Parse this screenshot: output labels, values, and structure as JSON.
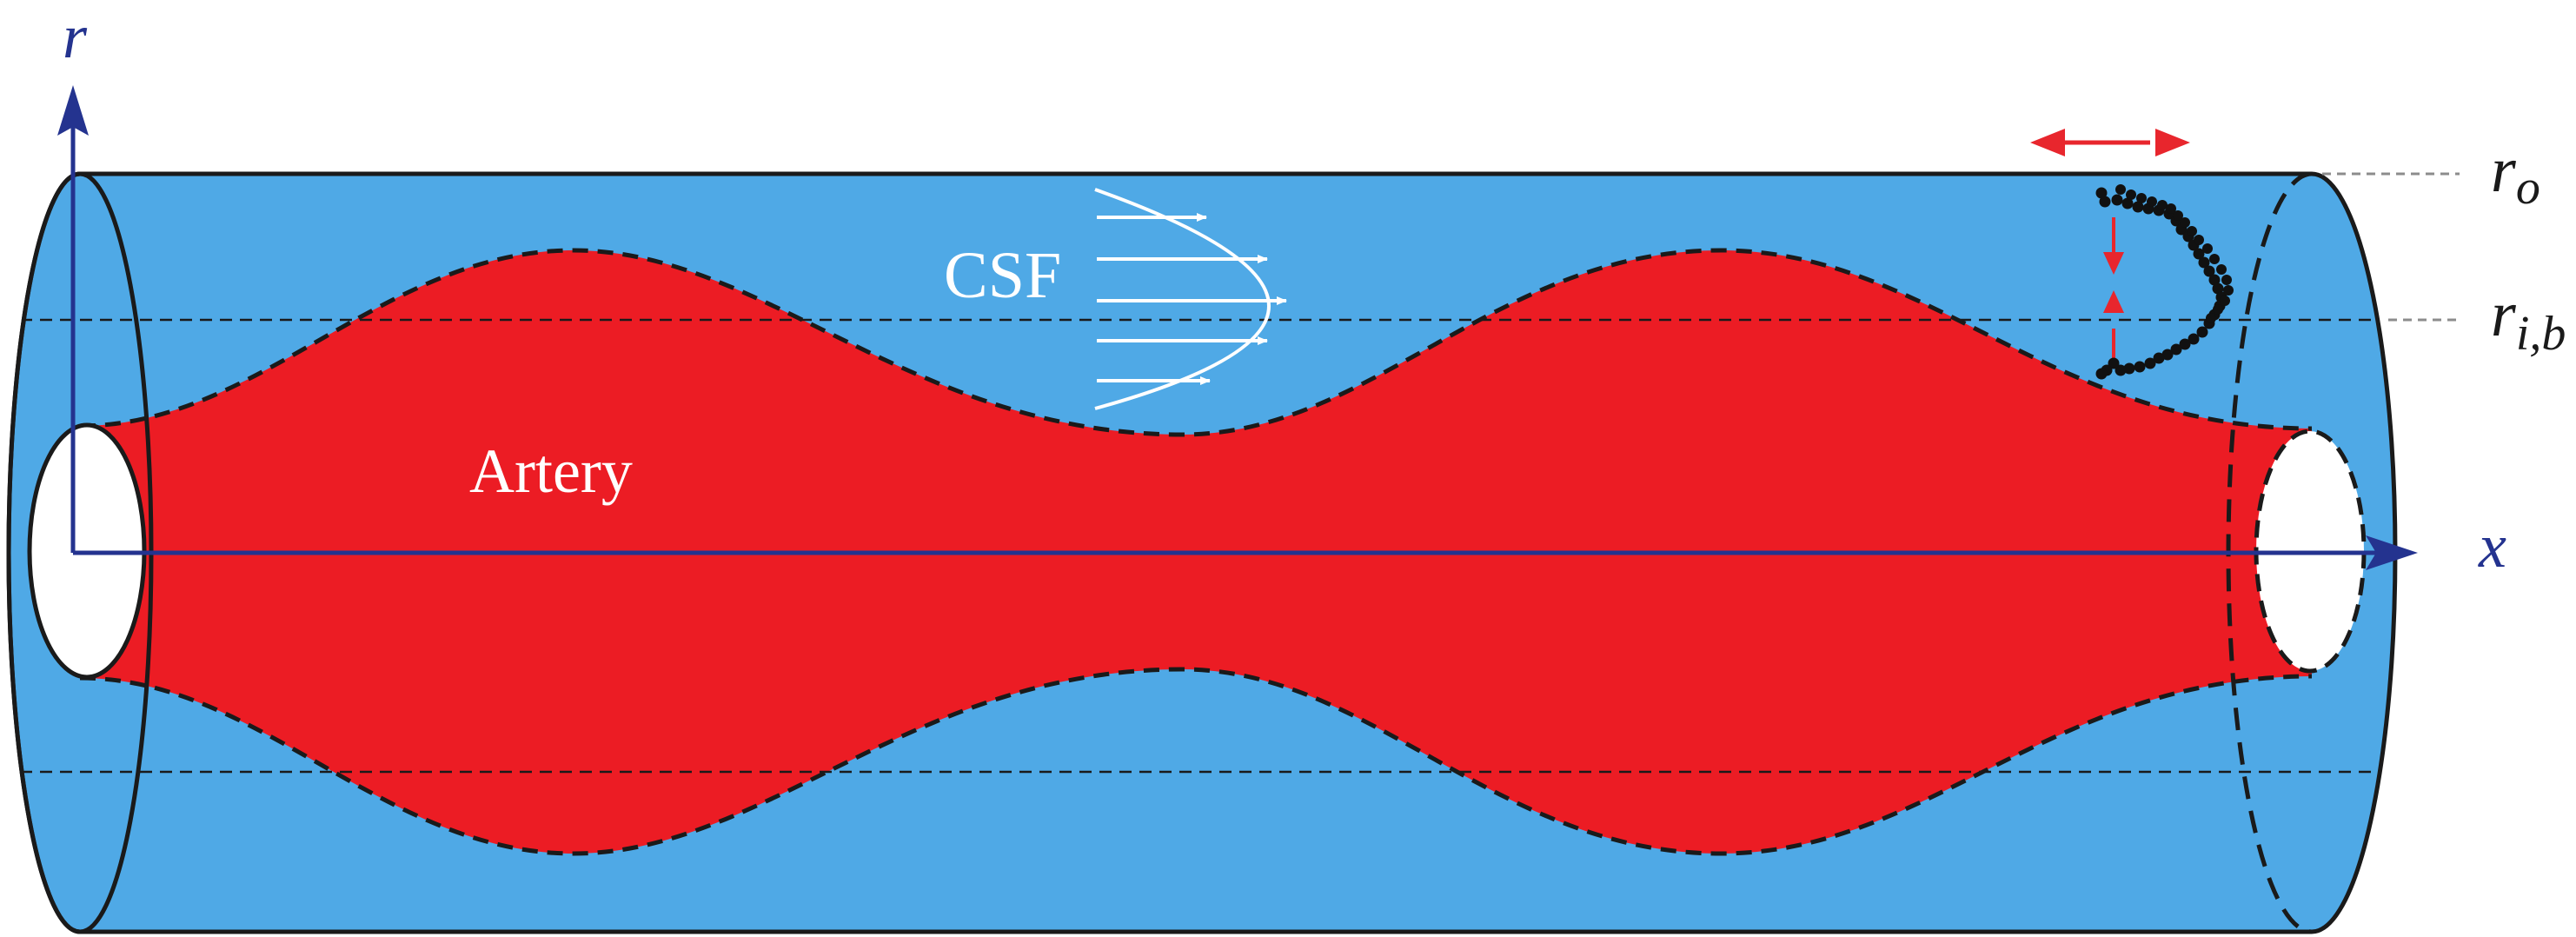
{
  "diagram": {
    "labels": {
      "csf": "CSF",
      "artery": "Artery",
      "axis_r": "r",
      "axis_x": "x",
      "r_outer": {
        "base": "r",
        "sub": "o"
      },
      "r_inner_base": {
        "base": "r",
        "sub": "i,b"
      }
    },
    "colors": {
      "csf_space": "#4fa9e6",
      "artery": "#ec1c24",
      "axes": "#24338f",
      "motion_arrows": "#e8262d",
      "outline": "#1a1a1a",
      "flow_profile": "#ffffff",
      "lumen": "#ffffff",
      "guide_lines": "#8c8c8c"
    },
    "icons": {
      "axial_motion": "double-arrow-horizontal",
      "radial_motion": "converging-arrows-vertical",
      "particle_trace": "dotted-trajectory"
    }
  }
}
